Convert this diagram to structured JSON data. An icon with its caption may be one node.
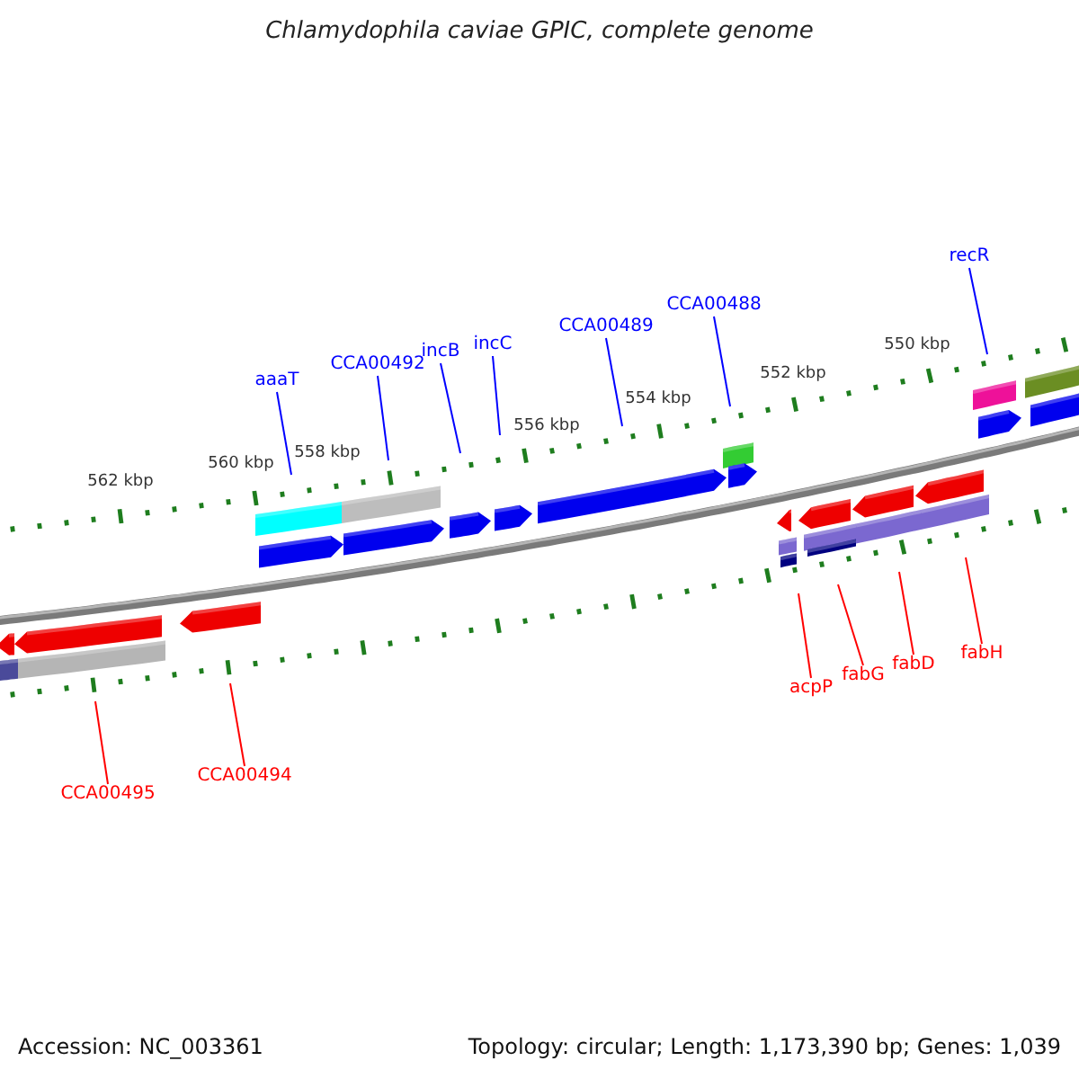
{
  "diagram": {
    "title": "Chlamydophila caviae GPIC, complete genome",
    "nodes": [
      {
        "text": [
          "aaaT"
        ]
      },
      {
        "text": [
          "CCA00492"
        ]
      },
      {
        "text": [
          "incB"
        ]
      },
      {
        "text": [
          "incC"
        ]
      },
      {
        "text": [
          "CCA00489"
        ]
      },
      {
        "text": [
          "CCA00488"
        ]
      },
      {
        "text": [
          "recR"
        ]
      },
      {
        "text": [
          "CCA00495"
        ]
      },
      {
        "text": [
          "CCA00494"
        ]
      },
      {
        "text": [
          "acpP"
        ]
      },
      {
        "text": [
          "fabG"
        ]
      },
      {
        "text": [
          "fabD"
        ]
      },
      {
        "text": [
          "fabH"
        ]
      }
    ],
    "edges": [
      {
        "from": 0,
        "to": null,
        "arrow": "none"
      },
      {
        "from": 1,
        "to": null,
        "arrow": "none"
      },
      {
        "from": 2,
        "to": null,
        "arrow": "none"
      },
      {
        "from": 3,
        "to": null,
        "arrow": "none"
      },
      {
        "from": 4,
        "to": null,
        "arrow": "none"
      },
      {
        "from": 5,
        "to": null,
        "arrow": "none"
      },
      {
        "from": 6,
        "to": null,
        "arrow": "none"
      },
      {
        "from": 7,
        "to": null,
        "arrow": "none",
        "color": "#ff0000"
      },
      {
        "from": 8,
        "to": null,
        "arrow": "none",
        "color": "#ff0000"
      },
      {
        "from": 9,
        "to": null,
        "arrow": "none",
        "color": "#ff0000"
      },
      {
        "from": 10,
        "to": null,
        "arrow": "none",
        "color": "#ff0000"
      },
      {
        "from": 11,
        "to": null,
        "arrow": "none",
        "color": "#ff0000"
      },
      {
        "from": 12,
        "to": null,
        "arrow": "none",
        "color": "#ff0000"
      }
    ],
    "labels": [
      "562 kbp",
      "560 kbp",
      "558 kbp",
      "556 kbp",
      "554 kbp",
      "552 kbp",
      "550 kbp",
      "Accession: NC_003361",
      "Topology: circular; Length: 1,173,390 bp; Genes: 1,039"
    ]
  }
}
